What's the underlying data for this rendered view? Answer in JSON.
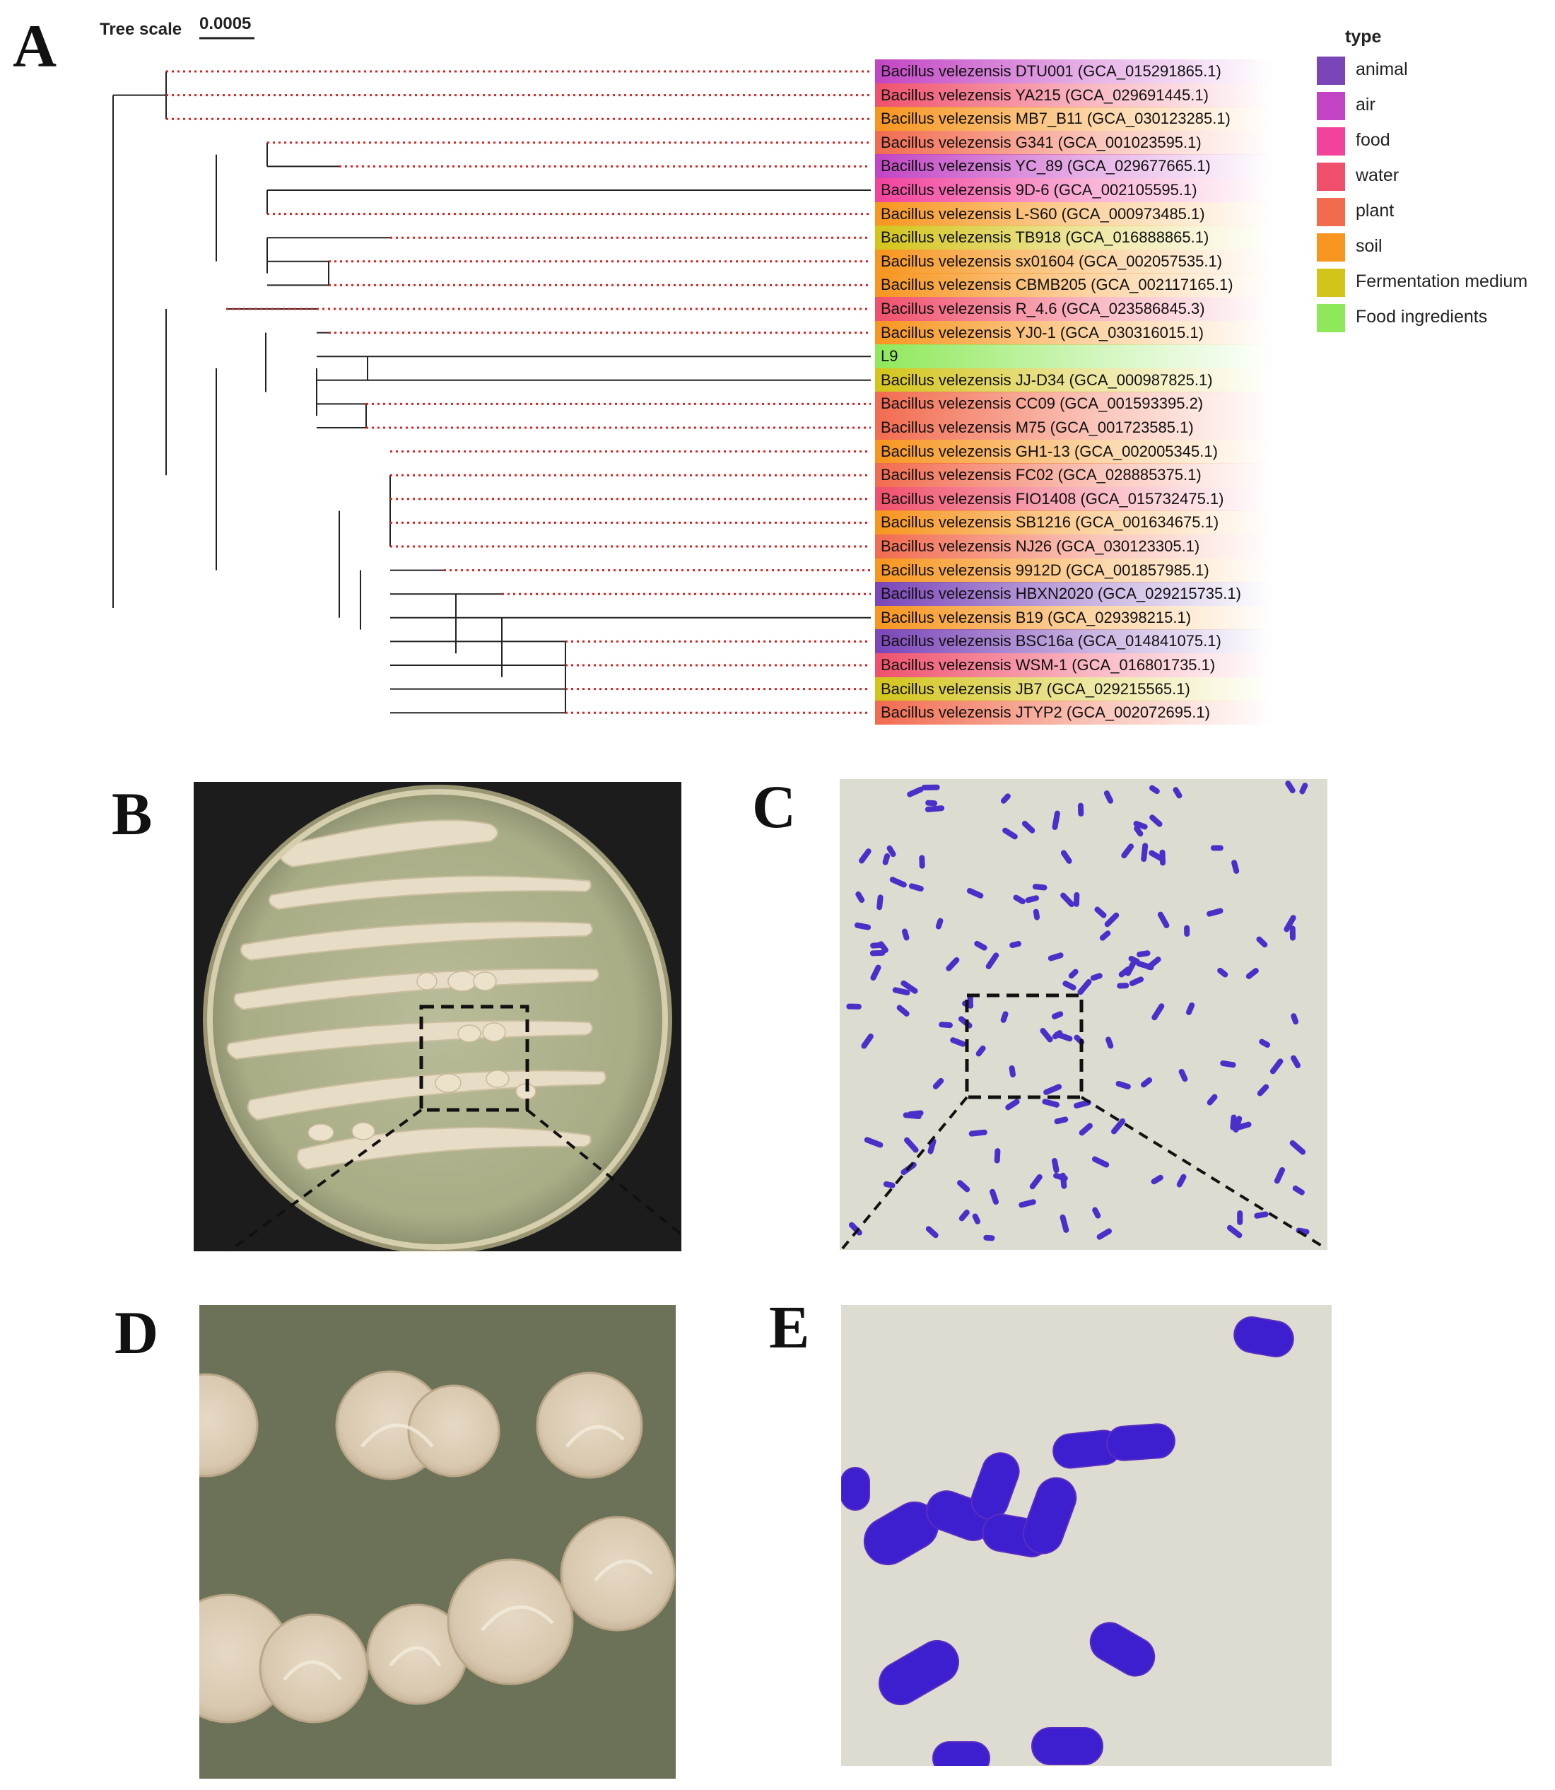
{
  "panels": {
    "a": "A",
    "b": "B",
    "c": "C",
    "d": "D",
    "e": "E"
  },
  "tree": {
    "scale_label": "Tree scale",
    "scale_value": "0.0005",
    "leaves": [
      {
        "label": "Bacillus velezensis DTU001 (GCA_015291865.1)",
        "type": "air"
      },
      {
        "label": "Bacillus velezensis YA215  (GCA_029691445.1)",
        "type": "water"
      },
      {
        "label": "Bacillus velezensis MB7_B11  (GCA_030123285.1)",
        "type": "soil"
      },
      {
        "label": "Bacillus velezensis G341  (GCA_001023595.1)",
        "type": "plant"
      },
      {
        "label": "Bacillus velezensis YC_89  (GCA_029677665.1)",
        "type": "air"
      },
      {
        "label": "Bacillus velezensis 9D-6  (GCA_002105595.1)",
        "type": "food"
      },
      {
        "label": "Bacillus velezensis L-S60  (GCA_000973485.1)",
        "type": "soil"
      },
      {
        "label": "Bacillus velezensis TB918  (GCA_016888865.1)",
        "type": "Fermentation medium"
      },
      {
        "label": "Bacillus velezensis sx01604  (GCA_002057535.1)",
        "type": "soil"
      },
      {
        "label": "Bacillus velezensis CBMB205  (GCA_002117165.1)",
        "type": "soil"
      },
      {
        "label": "Bacillus velezensis R_4.6  (GCA_023586845.3)",
        "type": "water"
      },
      {
        "label": "Bacillus velezensis YJ0-1  (GCA_030316015.1)",
        "type": "soil"
      },
      {
        "label": "L9",
        "type": "Food ingredients"
      },
      {
        "label": "Bacillus velezensis JJ-D34  (GCA_000987825.1)",
        "type": "Fermentation medium"
      },
      {
        "label": "Bacillus velezensis CC09  (GCA_001593395.2)",
        "type": "plant"
      },
      {
        "label": "Bacillus velezensis M75  (GCA_001723585.1)",
        "type": "plant"
      },
      {
        "label": "Bacillus velezensis GH1-13  (GCA_002005345.1)",
        "type": "soil"
      },
      {
        "label": "Bacillus velezensis FC02  (GCA_028885375.1)",
        "type": "plant"
      },
      {
        "label": "Bacillus velezensis FIO1408  (GCA_015732475.1)",
        "type": "water"
      },
      {
        "label": "Bacillus velezensis SB1216  (GCA_001634675.1)",
        "type": "soil"
      },
      {
        "label": "Bacillus velezensis NJ26  (GCA_030123305.1)",
        "type": "plant"
      },
      {
        "label": "Bacillus velezensis 9912D  (GCA_001857985.1)",
        "type": "soil"
      },
      {
        "label": "Bacillus velezensis HBXN2020  (GCA_029215735.1)",
        "type": "animal"
      },
      {
        "label": "Bacillus velezensis B19  (GCA_029398215.1)",
        "type": "soil"
      },
      {
        "label": "Bacillus velezensis BSC16a  (GCA_014841075.1)",
        "type": "animal"
      },
      {
        "label": "Bacillus velezensis WSM-1  (GCA_016801735.1)",
        "type": "water"
      },
      {
        "label": "Bacillus velezensis JB7  (GCA_029215565.1)",
        "type": "Fermentation medium"
      },
      {
        "label": "Bacillus velezensis JTYP2  (GCA_002072695.1)",
        "type": "plant"
      }
    ]
  },
  "legend": {
    "title": "type",
    "items": [
      {
        "label": "animal",
        "color": "#7a45b8"
      },
      {
        "label": "air",
        "color": "#c244c4"
      },
      {
        "label": "food",
        "color": "#f2429c"
      },
      {
        "label": "water",
        "color": "#f0506c"
      },
      {
        "label": "plant",
        "color": "#f26b4f"
      },
      {
        "label": "soil",
        "color": "#f7951e"
      },
      {
        "label": "Fermentation medium",
        "color": "#d3c41a"
      },
      {
        "label": "Food ingredients",
        "color": "#8fe85a"
      }
    ]
  }
}
